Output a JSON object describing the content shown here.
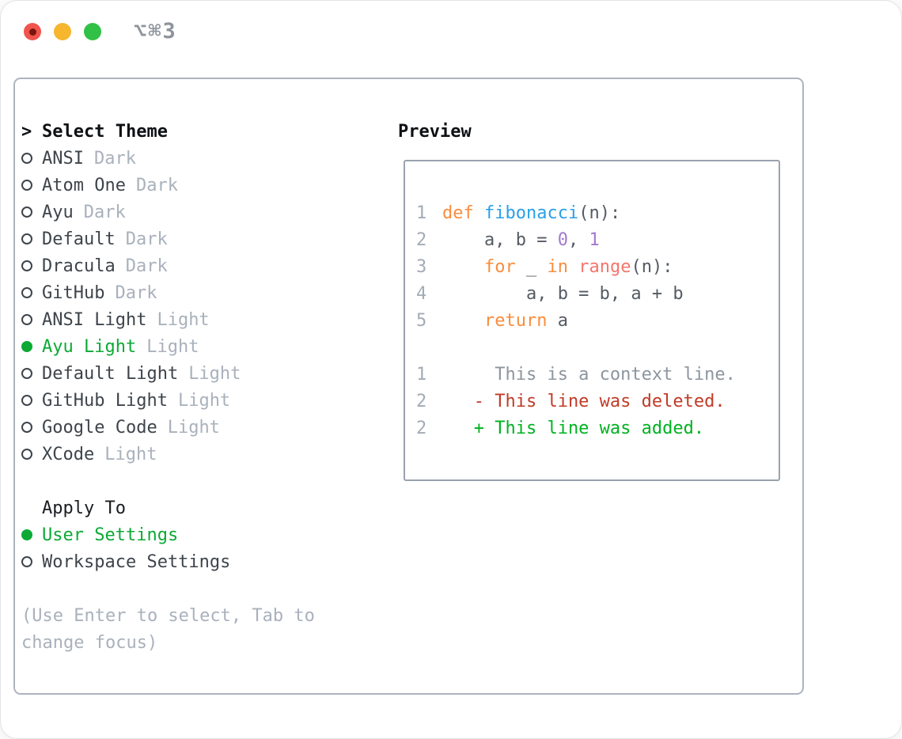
{
  "window": {
    "shortcut": "⌥⌘3"
  },
  "palette": {
    "win_border": "#e1e4e8",
    "box_border": "#adb4bf",
    "preview_border": "#9aa3ae",
    "title": "#0e1114",
    "apply_title": "#1a1d21",
    "item": "#3e444b",
    "muted": "#a9b1bc",
    "green": "#0caa35",
    "shortcut": "#8e949c",
    "kw": "#f98d3e",
    "fn": "#2aa0e8",
    "numlit": "#a37acc",
    "builtin": "#f4756b",
    "code": "#555b63",
    "gutter": "#a3abb6",
    "ctx": "#8d959f",
    "del": "#c03b27",
    "add": "#00b220",
    "tl_red": "#f0544c",
    "tl_red_dot": "#7a150e",
    "tl_yellow": "#f6b62d",
    "tl_green": "#31c146"
  },
  "themes": {
    "caret": ">",
    "title": "Select Theme",
    "items": [
      {
        "label": "ANSI",
        "variant": "Dark",
        "selected": false
      },
      {
        "label": "Atom One",
        "variant": "Dark",
        "selected": false
      },
      {
        "label": "Ayu",
        "variant": "Dark",
        "selected": false
      },
      {
        "label": "Default",
        "variant": "Dark",
        "selected": false
      },
      {
        "label": "Dracula",
        "variant": "Dark",
        "selected": false
      },
      {
        "label": "GitHub",
        "variant": "Dark",
        "selected": false
      },
      {
        "label": "ANSI Light",
        "variant": "Light",
        "selected": false
      },
      {
        "label": "Ayu Light",
        "variant": "Light",
        "selected": true
      },
      {
        "label": "Default Light",
        "variant": "Light",
        "selected": false
      },
      {
        "label": "GitHub Light",
        "variant": "Light",
        "selected": false
      },
      {
        "label": "Google Code",
        "variant": "Light",
        "selected": false
      },
      {
        "label": "XCode",
        "variant": "Light",
        "selected": false
      }
    ]
  },
  "apply": {
    "title": "Apply To",
    "options": [
      {
        "label": "User Settings",
        "selected": true
      },
      {
        "label": "Workspace Settings",
        "selected": false
      }
    ]
  },
  "help": {
    "line1": "(Use Enter to select, Tab to",
    "line2": "change focus)"
  },
  "preview": {
    "title": "Preview",
    "lines": [
      {
        "num": "1",
        "tokens": [
          {
            "t": "def ",
            "c": "kw"
          },
          {
            "t": "fibonacci",
            "c": "fn"
          },
          {
            "t": "(n):",
            "c": "code"
          }
        ]
      },
      {
        "num": "2",
        "tokens": [
          {
            "t": "    a, b = ",
            "c": "code"
          },
          {
            "t": "0",
            "c": "numlit"
          },
          {
            "t": ", ",
            "c": "code"
          },
          {
            "t": "1",
            "c": "numlit"
          }
        ]
      },
      {
        "num": "3",
        "tokens": [
          {
            "t": "    ",
            "c": "code"
          },
          {
            "t": "for",
            "c": "kw"
          },
          {
            "t": " _ ",
            "c": "code"
          },
          {
            "t": "in",
            "c": "kw"
          },
          {
            "t": " ",
            "c": "code"
          },
          {
            "t": "range",
            "c": "builtin"
          },
          {
            "t": "(n):",
            "c": "code"
          }
        ]
      },
      {
        "num": "4",
        "tokens": [
          {
            "t": "        a, b = b, a + b",
            "c": "code"
          }
        ]
      },
      {
        "num": "5",
        "tokens": [
          {
            "t": "    ",
            "c": "code"
          },
          {
            "t": "return",
            "c": "kw"
          },
          {
            "t": " a",
            "c": "code"
          }
        ]
      },
      {
        "num": "",
        "tokens": []
      },
      {
        "num": "1",
        "tokens": [
          {
            "t": "     This is a context line.",
            "c": "ctx"
          }
        ]
      },
      {
        "num": "2",
        "tokens": [
          {
            "t": "   - This line was deleted.",
            "c": "del"
          }
        ]
      },
      {
        "num": "2",
        "tokens": [
          {
            "t": "   + This line was added.",
            "c": "add"
          }
        ]
      }
    ]
  }
}
